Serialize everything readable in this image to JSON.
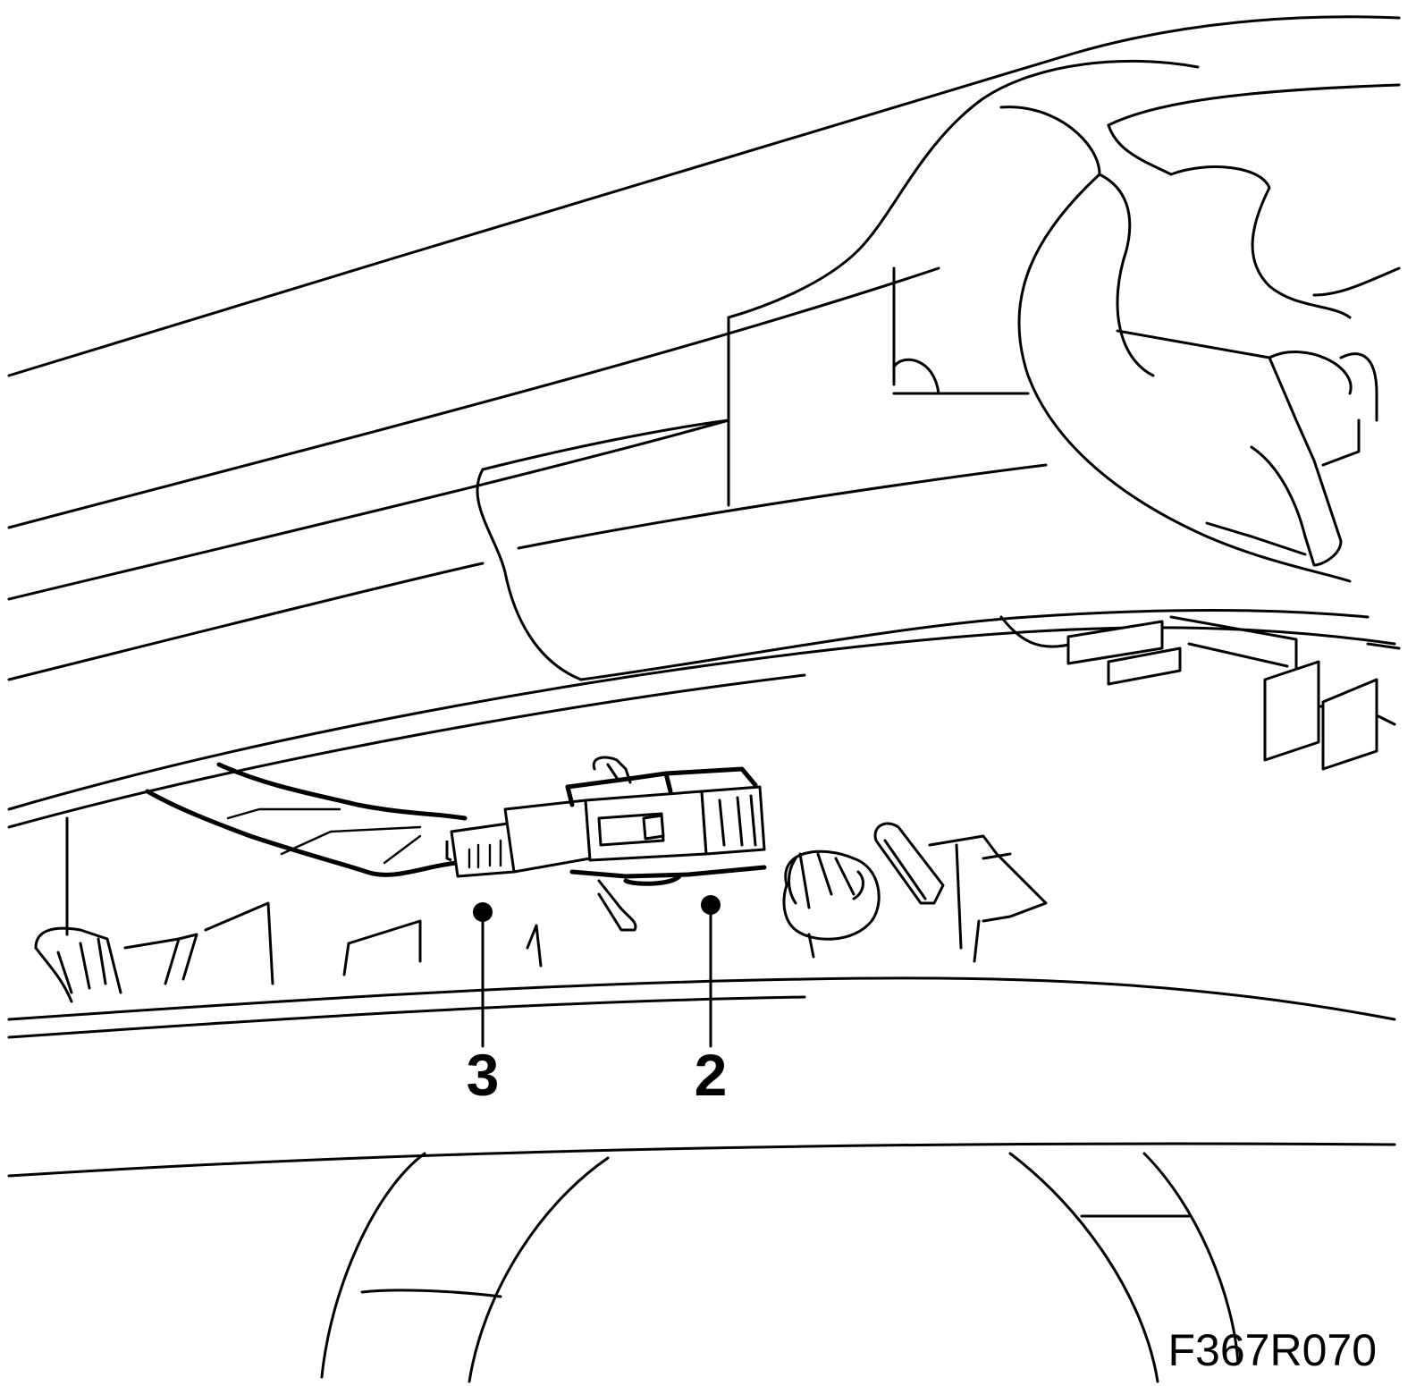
{
  "figure": {
    "id": "F367R070",
    "callouts": [
      {
        "label": "3"
      },
      {
        "label": "2"
      }
    ]
  }
}
